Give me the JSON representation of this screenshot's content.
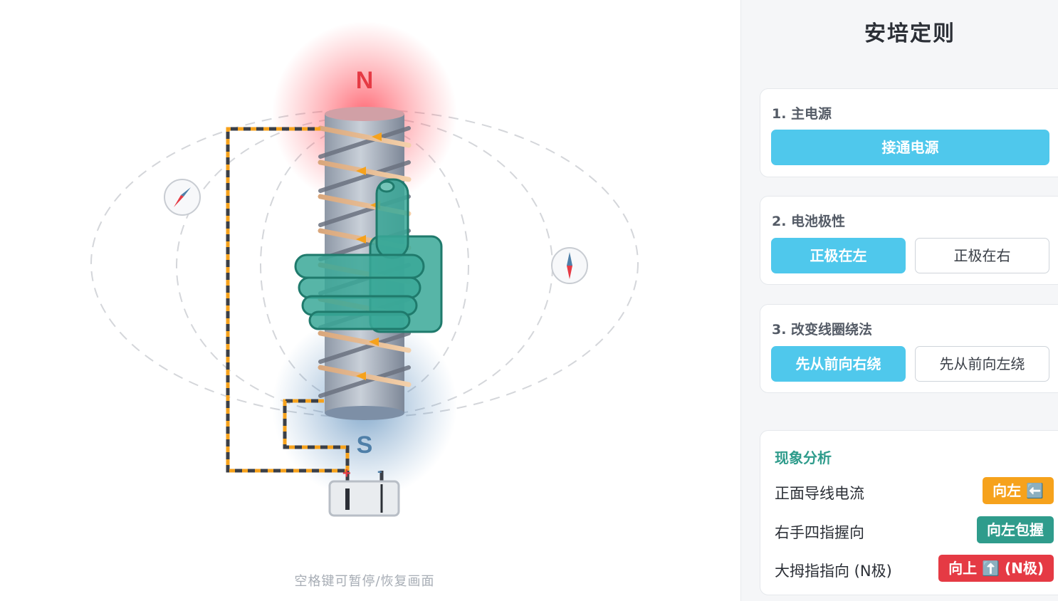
{
  "stage": {
    "north_label": "N",
    "south_label": "S",
    "plus_label": "+",
    "minus_label": "-",
    "hint": "空格键可暂停/恢复画面"
  },
  "panel": {
    "title": "安培定则",
    "power": {
      "label": "1. 主电源",
      "button": "接通电源"
    },
    "polarity": {
      "label": "2. 电池极性",
      "options": [
        "正极在左",
        "正极在右"
      ],
      "selected": "正极在左"
    },
    "winding": {
      "label": "3. 改变线圈绕法",
      "options": [
        "先从前向右绕",
        "先从前向左绕"
      ],
      "selected": "先从前向右绕"
    },
    "analysis": {
      "title": "现象分析",
      "rows": [
        {
          "label": "正面导线电流",
          "value": "向左 ⬅️",
          "color": "#f6a21c"
        },
        {
          "label": "右手四指握向",
          "value": "向左包握",
          "color": "#2f9c8c"
        },
        {
          "label": "大拇指指向 (N极)",
          "value": "向上 ⬆️ (N极)",
          "color": "#e53a44"
        }
      ]
    }
  },
  "colors": {
    "accent": "#4fc8ec",
    "north": "#e53a44",
    "south": "#4f7fa8",
    "hand": "#2f9c8c",
    "current": "#f6a21c"
  }
}
